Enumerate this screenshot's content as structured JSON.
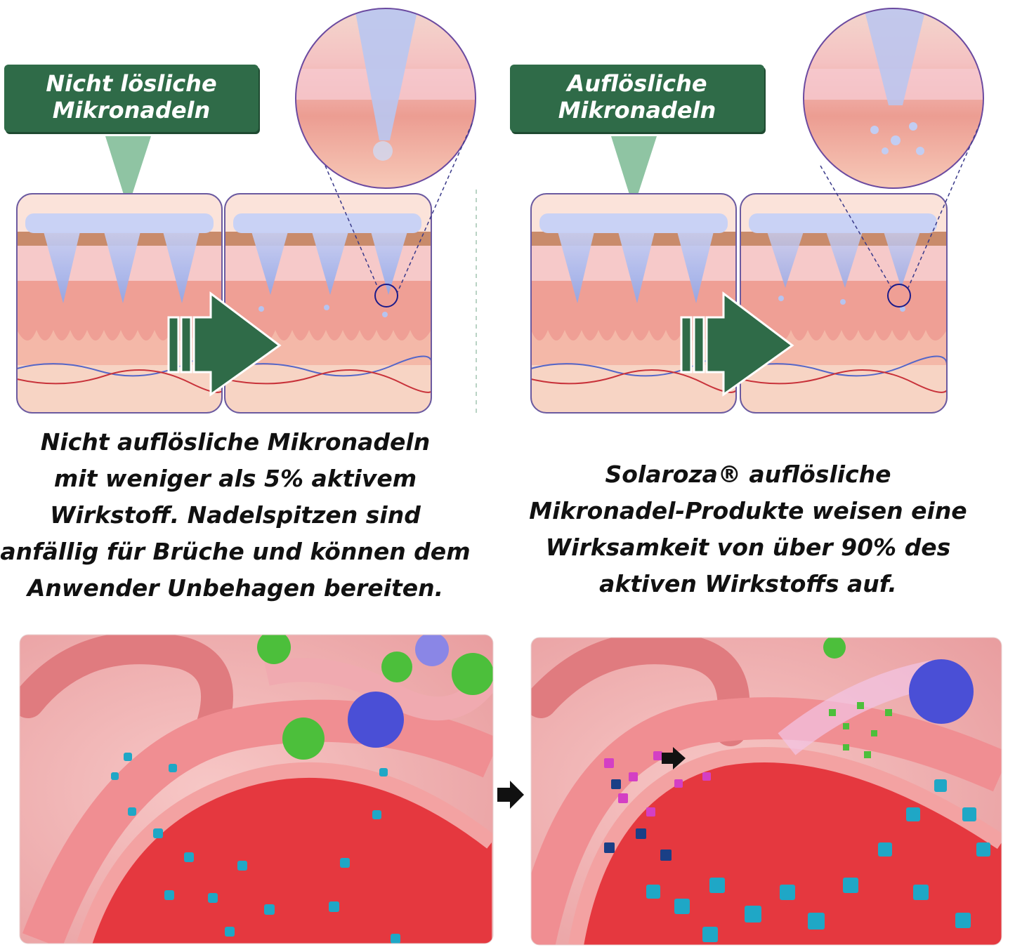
{
  "left_panel": {
    "label_line1": "Nicht lösliche",
    "label_line2": "Mikronadeln",
    "caption_lines": [
      "Nicht auflösliche Mikronadeln",
      "mit weniger als 5% aktivem",
      "Wirkstoff. Nadelspitzen sind",
      "anfällig für Brüche und können dem",
      "Anwender Unbehagen bereiten."
    ]
  },
  "right_panel": {
    "label_line1": "Auflösliche",
    "label_line2": "Mikronadeln",
    "caption_lines": [
      "Solaroza® auflösliche",
      "Mikronadel-Produkte weisen eine",
      "Wirksamkeit von über 90% des",
      "aktiven Wirkstoffs auf."
    ]
  },
  "colors": {
    "label_green": "#2f6b48",
    "pointer_green": "#8fc4a3",
    "arrow_green": "#2f6b48",
    "panel_border": "#6b5aa0",
    "skin_pink": "#f2b4a8"
  }
}
